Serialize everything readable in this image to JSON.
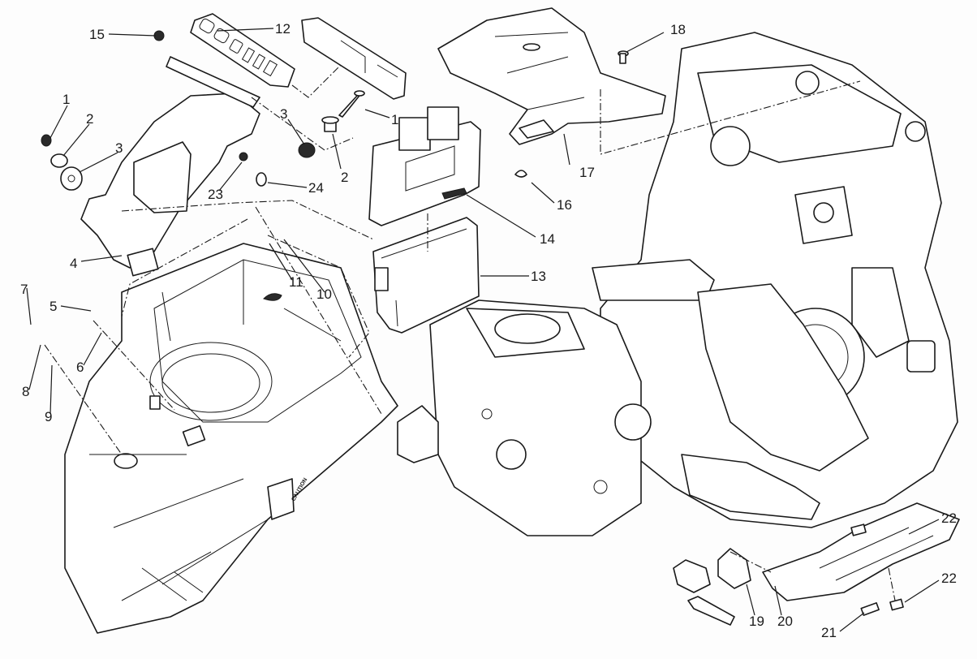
{
  "diagram": {
    "type": "exploded-parts-diagram",
    "subject": "Engine control unit and fuse box mounting — motorcycle engine assembly",
    "background_color": "#ffffff",
    "line_color": "#1a1a1a",
    "callouts": [
      {
        "id": "c15a",
        "label": "15",
        "part": "nut"
      },
      {
        "id": "c12",
        "label": "12",
        "part": "fuse box"
      },
      {
        "id": "c1a",
        "label": "1",
        "part": "screw"
      },
      {
        "id": "c2a",
        "label": "2",
        "part": "washer"
      },
      {
        "id": "c3a",
        "label": "3",
        "part": "rubber bushing"
      },
      {
        "id": "c3b",
        "label": "3",
        "part": "rubber bushing"
      },
      {
        "id": "c1b",
        "label": "1",
        "part": "screw"
      },
      {
        "id": "c2b",
        "label": "2",
        "part": "spacer"
      },
      {
        "id": "c23",
        "label": "23",
        "part": "grommet"
      },
      {
        "id": "c24",
        "label": "24",
        "part": "spacer"
      },
      {
        "id": "c4",
        "label": "4",
        "part": "support bracket"
      },
      {
        "id": "c11",
        "label": "11",
        "part": "clip"
      },
      {
        "id": "c10",
        "label": "10",
        "part": "screw"
      },
      {
        "id": "c7",
        "label": "7",
        "part": "screw"
      },
      {
        "id": "c5",
        "label": "5",
        "part": "screw"
      },
      {
        "id": "c6",
        "label": "6",
        "part": "clip"
      },
      {
        "id": "c8",
        "label": "8",
        "part": "relay"
      },
      {
        "id": "c9",
        "label": "9",
        "part": "rubber ring"
      },
      {
        "id": "c14",
        "label": "14",
        "part": "engine control unit"
      },
      {
        "id": "c13",
        "label": "13",
        "part": "ECU cover"
      },
      {
        "id": "c16",
        "label": "16",
        "part": "cable tie"
      },
      {
        "id": "c17",
        "label": "17",
        "part": "cover"
      },
      {
        "id": "c18",
        "label": "18",
        "part": "screw"
      },
      {
        "id": "c22a",
        "label": "22",
        "part": "pad"
      },
      {
        "id": "c22b",
        "label": "22",
        "part": "pad"
      },
      {
        "id": "c19",
        "label": "19",
        "part": "connector"
      },
      {
        "id": "c20",
        "label": "20",
        "part": "bracket"
      },
      {
        "id": "c21",
        "label": "21",
        "part": "screw"
      }
    ],
    "embossed_text": [
      "CAUTION"
    ]
  }
}
